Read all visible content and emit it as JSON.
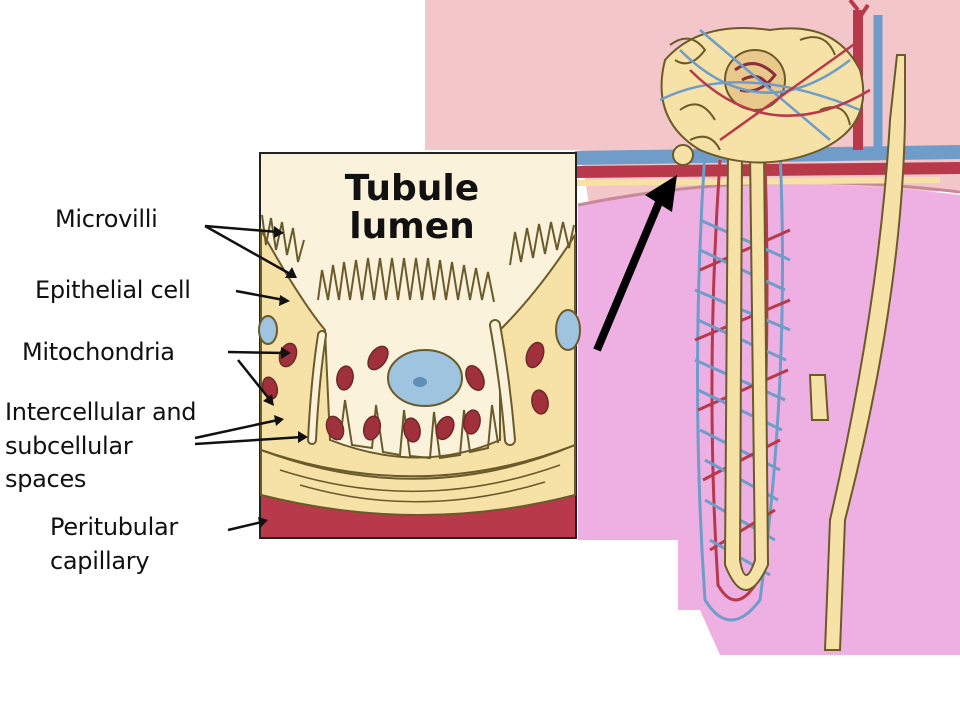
{
  "inset": {
    "title_line1": "Tubule",
    "title_line2": "lumen"
  },
  "labels": {
    "microvilli": "Microvilli",
    "epithelial_cell": "Epithelial cell",
    "mitochondria": "Mitochondria",
    "intercellular_line1": "Intercellular and",
    "intercellular_line2": "subcellular",
    "intercellular_line3": "spaces",
    "peritubular_line1": "Peritubular",
    "peritubular_line2": "capillary"
  },
  "colors": {
    "cortex_pink": "#f3c7c9",
    "medulla_pink": "#eeb0e2",
    "tubule_yellow": "#f6e2a6",
    "capillary_red": "#b8394a",
    "vein_blue": "#6f9cc9",
    "nucleus_blue": "#9fc4df",
    "mito_red": "#a0303c"
  }
}
